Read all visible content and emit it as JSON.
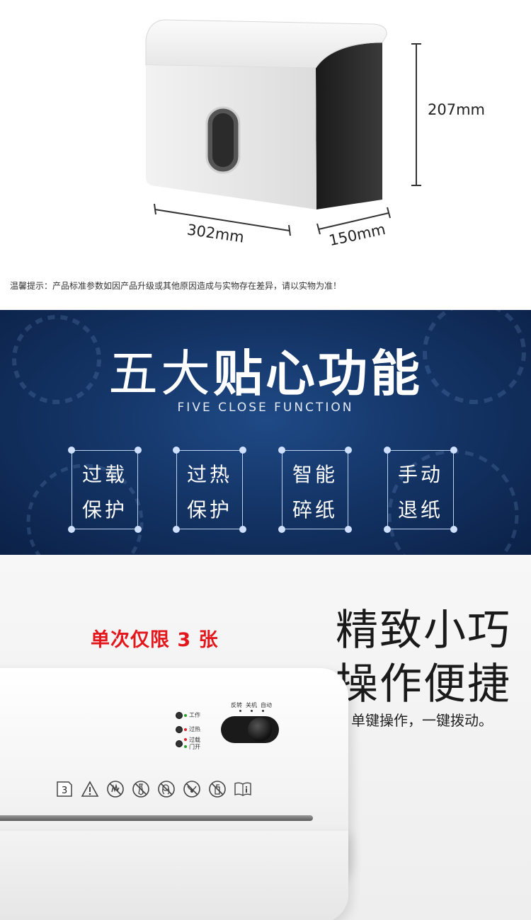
{
  "dimensions": {
    "height_label": "207mm",
    "width_label": "302mm",
    "depth_label": "150mm",
    "notice": "温馨提示：产品标准参数如因产品升级或其他原因造成与实物存在差异，请以实物为准！"
  },
  "features": {
    "title_light": "五大",
    "title_bold": "贴心功能",
    "subtitle": "FIVE CLOSE FUNCTION",
    "items": [
      {
        "line1": "过载",
        "line2": "保护"
      },
      {
        "line1": "过热",
        "line2": "保护"
      },
      {
        "line1": "智能",
        "line2": "碎纸"
      },
      {
        "line1": "手动",
        "line2": "退纸"
      }
    ]
  },
  "product": {
    "limit_text": "单次仅限 3 张",
    "headline_line1": "精致小巧",
    "headline_line2": "操作便捷",
    "operation_desc": "单键操作，一键拨动。",
    "indicators": {
      "work": "工作",
      "overheat": "过热",
      "overload": "过载",
      "door_open": "门开"
    },
    "switch_labels": {
      "reverse": "反转",
      "off": "关机",
      "auto": "自动"
    },
    "capacity_icon_text": "3",
    "warning_icons": [
      "sheet-capacity-icon",
      "caution-icon",
      "no-hand-icon",
      "no-tie-icon",
      "no-hair-icon",
      "no-jewelry-icon",
      "no-spray-icon",
      "read-manual-icon"
    ]
  },
  "colors": {
    "banner_blue": "#143567",
    "limit_red": "#e3161c"
  }
}
